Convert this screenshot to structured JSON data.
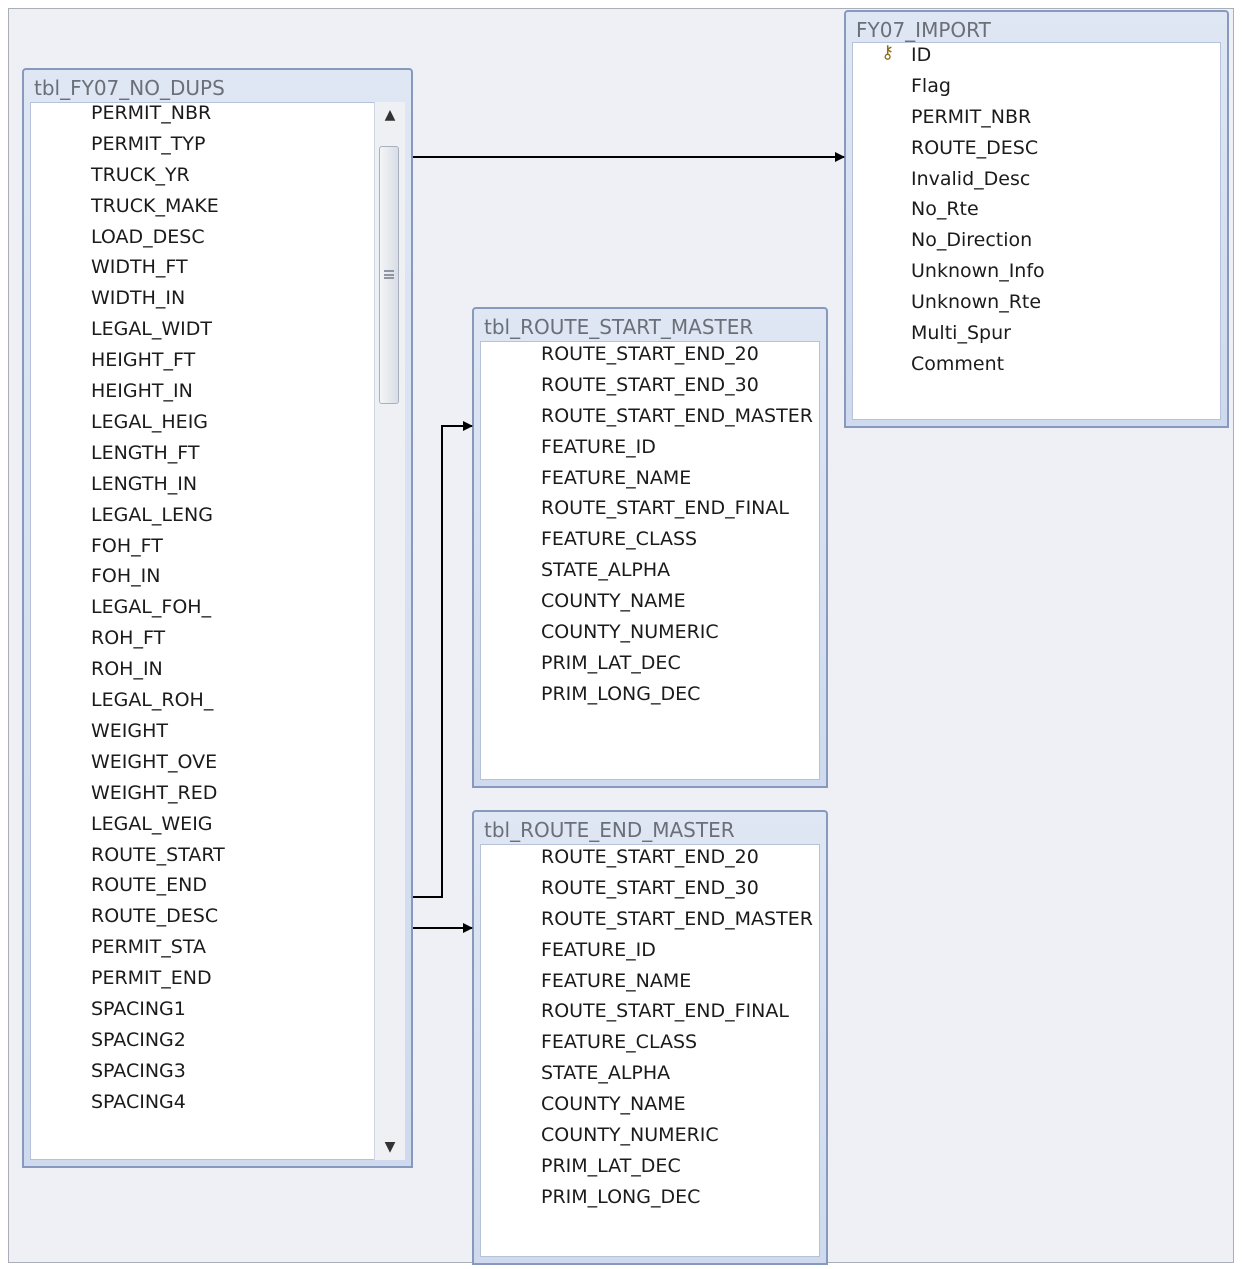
{
  "tables": {
    "no_dups": {
      "title": "tbl_FY07_NO_DUPS",
      "fields": [
        "*",
        "PERMIT_NBR",
        "PERMIT_TYP",
        "TRUCK_YR",
        "TRUCK_MAKE",
        "LOAD_DESC",
        "WIDTH_FT",
        "WIDTH_IN",
        "LEGAL_WIDT",
        "HEIGHT_FT",
        "HEIGHT_IN",
        "LEGAL_HEIG",
        "LENGTH_FT",
        "LENGTH_IN",
        "LEGAL_LENG",
        "FOH_FT",
        "FOH_IN",
        "LEGAL_FOH_",
        "ROH_FT",
        "ROH_IN",
        "LEGAL_ROH_",
        "WEIGHT",
        "WEIGHT_OVE",
        "WEIGHT_RED",
        "LEGAL_WEIG",
        "ROUTE_START",
        "ROUTE_END",
        "ROUTE_DESC",
        "PERMIT_STA",
        "PERMIT_END",
        "SPACING1",
        "SPACING2",
        "SPACING3",
        "SPACING4"
      ]
    },
    "import": {
      "title": "FY07_IMPORT",
      "fields": [
        "*",
        "ID",
        "Flag",
        "PERMIT_NBR",
        "ROUTE_DESC",
        "Invalid_Desc",
        "No_Rte",
        "No_Direction",
        "Unknown_Info",
        "Unknown_Rte",
        "Multi_Spur",
        "Comment"
      ],
      "key_field": "ID"
    },
    "route_start": {
      "title": "tbl_ROUTE_START_MASTER",
      "fields": [
        "*",
        "ROUTE_START_END_20",
        "ROUTE_START_END_30",
        "ROUTE_START_END_MASTER",
        "FEATURE_ID",
        "FEATURE_NAME",
        "ROUTE_START_END_FINAL",
        "FEATURE_CLASS",
        "STATE_ALPHA",
        "COUNTY_NAME",
        "COUNTY_NUMERIC",
        "PRIM_LAT_DEC",
        "PRIM_LONG_DEC"
      ]
    },
    "route_end": {
      "title": "tbl_ROUTE_END_MASTER",
      "fields": [
        "*",
        "ROUTE_START_END_20",
        "ROUTE_START_END_30",
        "ROUTE_START_END_MASTER",
        "FEATURE_ID",
        "FEATURE_NAME",
        "ROUTE_START_END_FINAL",
        "FEATURE_CLASS",
        "STATE_ALPHA",
        "COUNTY_NAME",
        "COUNTY_NUMERIC",
        "PRIM_LAT_DEC",
        "PRIM_LONG_DEC"
      ]
    }
  },
  "icons": {
    "primary_key": "key-icon",
    "scroll_up": "triangle-up-icon",
    "scroll_down": "triangle-down-icon"
  },
  "colors": {
    "canvas": "#eef0f6",
    "table_border": "#8799bd",
    "link_line": "#000000"
  }
}
